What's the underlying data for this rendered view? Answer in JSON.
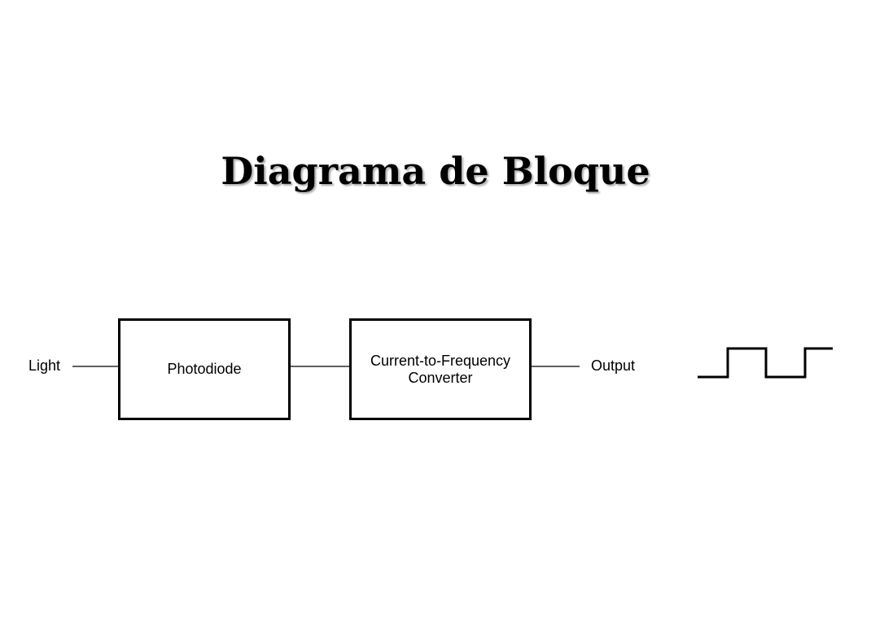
{
  "title": "Diagrama de Bloque",
  "input_label": "Light",
  "blocks": [
    {
      "id": "photodiode",
      "lines": [
        "Photodiode"
      ]
    },
    {
      "id": "converter",
      "lines": [
        "Current-to-Frequency",
        "Converter"
      ]
    }
  ],
  "output_label": "Output",
  "output_signal": "square-wave-icon",
  "colors": {
    "line": "#000000",
    "background": "#ffffff"
  }
}
